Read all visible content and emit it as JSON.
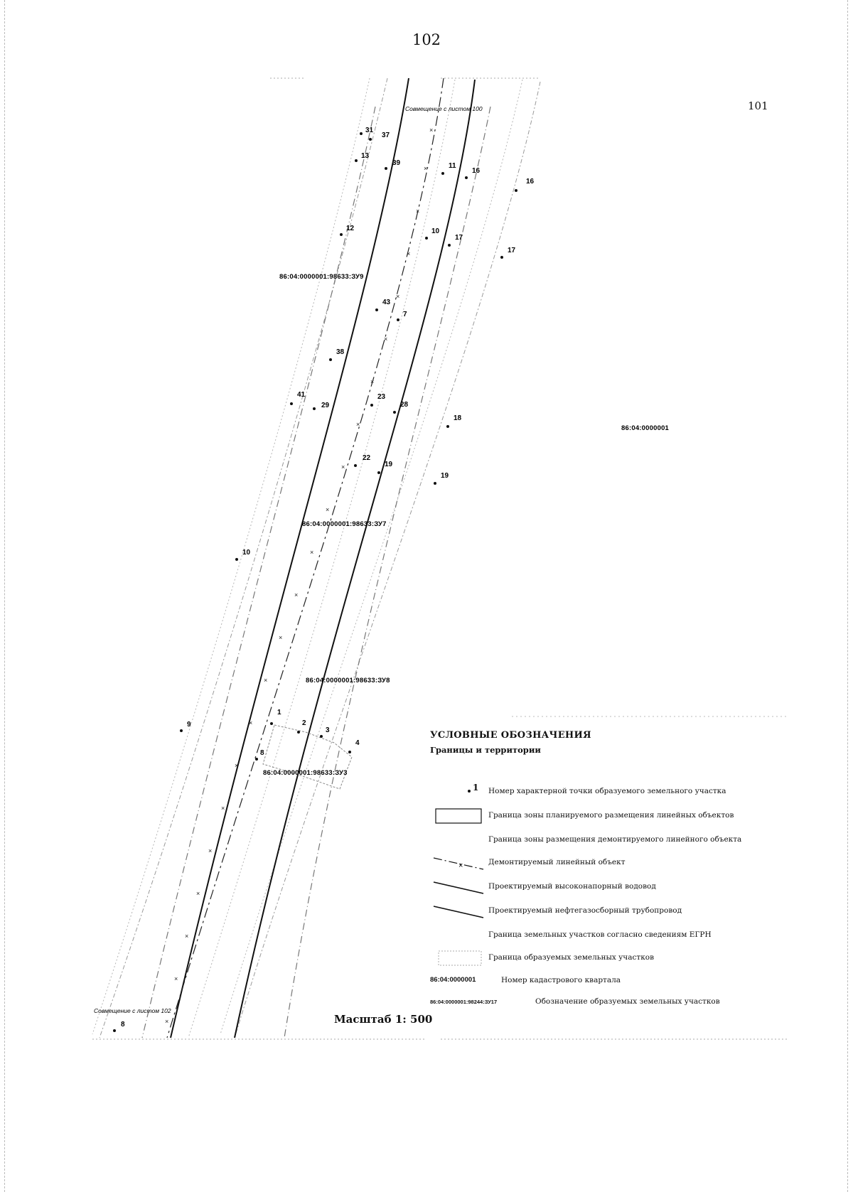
{
  "page": {
    "number": "102",
    "adjacent_sheet": "101"
  },
  "map": {
    "junction_top": "Совмещение с листом 100",
    "junction_bottom": "Совмещение с листом 102",
    "scale": "Масштаб 1: 500",
    "quarter": "86:04:0000001",
    "parcels": {
      "zu9": "86:04:0000001:98633:ЗУ9",
      "zu7": "86:04:0000001:98633:ЗУ7",
      "zu8": "86:04:0000001:98633:ЗУ8",
      "zu3": "86:04:0000001:98633:ЗУ3"
    },
    "points": {
      "p31": "31",
      "p37": "37",
      "p13": "13",
      "p39": "39",
      "p11": "11",
      "p16a": "16",
      "p16b": "16",
      "p12": "12",
      "p10": "10",
      "p17a": "17",
      "p17b": "17",
      "p43": "43",
      "p7": "7",
      "p38": "38",
      "p41": "41",
      "p29": "29",
      "p23": "23",
      "p28": "28",
      "p18": "18",
      "p22": "22",
      "p19a": "19",
      "p19b": "19",
      "p10b": "10",
      "p9": "9",
      "p1": "1",
      "p2": "2",
      "p3": "3",
      "p4": "4",
      "p8": "8",
      "p8b": "8"
    }
  },
  "legend": {
    "title": "УСЛОВНЫЕ ОБОЗНАЧЕНИЯ",
    "subtitle": "Границы и территории",
    "point_sample": "1",
    "items": [
      "Номер характерной точки образуемого земельного участка",
      "Граница зоны планируемого размещения линейных объектов",
      "Граница зоны размещения демонтируемого линейного объекта",
      "Демонтируемый линейный объект",
      "Проектируемый высоконапорный водовод",
      "Проектируемый нефтегазосборный трубопровод",
      "Граница земельных участков согласно сведениям ЕГРН",
      "Граница образуемых земельных участков",
      "Номер кадастрового квартала",
      "Обозначение образуемых земельных участков"
    ],
    "quarter_code": "86:04:0000001",
    "parcel_code": "86:04:0000001:98244:ЗУ17"
  }
}
